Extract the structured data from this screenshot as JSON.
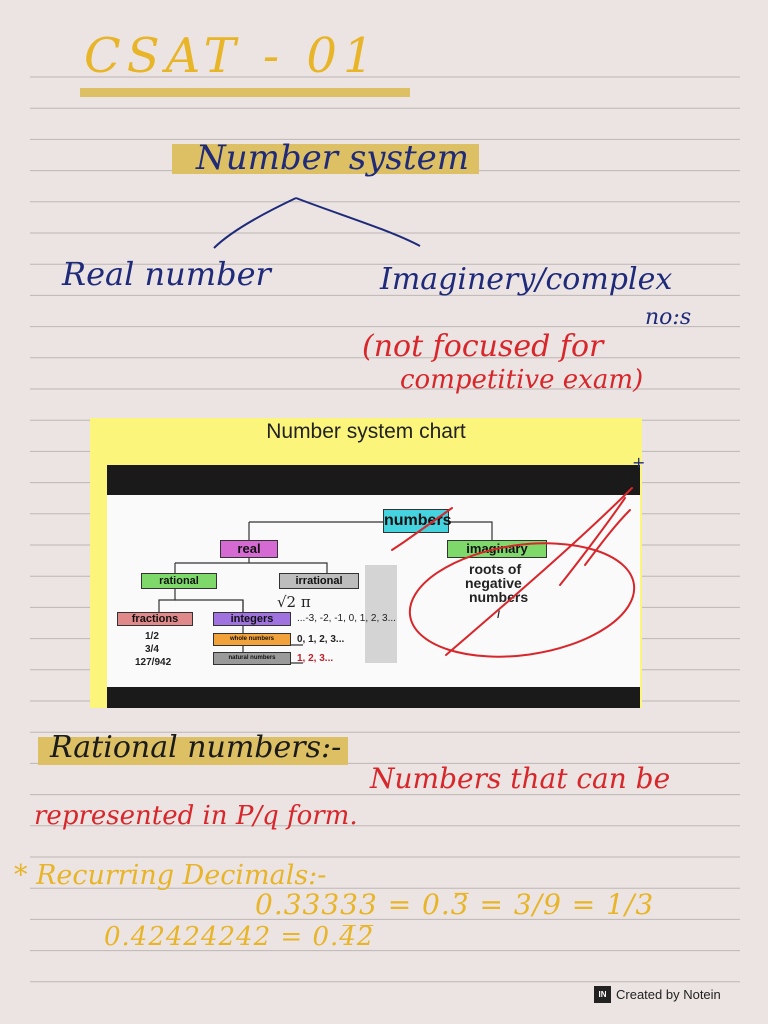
{
  "title": "CSAT - 01",
  "topic": "Number system",
  "branches": {
    "left": "Real number",
    "right_line1": "Imaginery/complex",
    "right_line2": "no:s"
  },
  "note_red": {
    "line1": "(not focused for",
    "line2": "competitive exam)"
  },
  "chart": {
    "title": "Number system chart",
    "numbers": "numbers",
    "real": "real",
    "imaginary": "imaginary",
    "imaginary_desc": [
      "roots of",
      "negative",
      "numbers"
    ],
    "imaginary_symbol": "i",
    "rational": "rational",
    "irrational": "irrational",
    "irrational_examples": "√2  π",
    "fractions": "fractions",
    "fraction_examples": [
      "1/2",
      "3/4",
      "127/942"
    ],
    "integers": "integers",
    "integers_examples": "...-3, -2, -1, 0, 1, 2, 3...",
    "whole": "whole numbers",
    "whole_examples": "0, 1, 2, 3...",
    "natural": "natural numbers",
    "natural_examples": "1, 2, 3..."
  },
  "rational": {
    "heading": "Rational numbers:-",
    "def_line1": "Numbers that can be",
    "def_line2": "represented in P/q form."
  },
  "recurring": {
    "heading": "* Recurring Decimals:-",
    "ex1": "0.33333 = 0.3̅ = 3/9 = 1/3",
    "ex2": "0.42424242 = 0.4̅2̅"
  },
  "footer": {
    "logo": "IN",
    "text": "Created by Notein"
  },
  "colors": {
    "paper": "#ebe4e2",
    "rule": "#bcb6b5",
    "ink_blue": "#1f2a7a",
    "ink_red": "#d8262b",
    "ink_yellow": "#e8b428",
    "highlight": "#dcc063"
  }
}
